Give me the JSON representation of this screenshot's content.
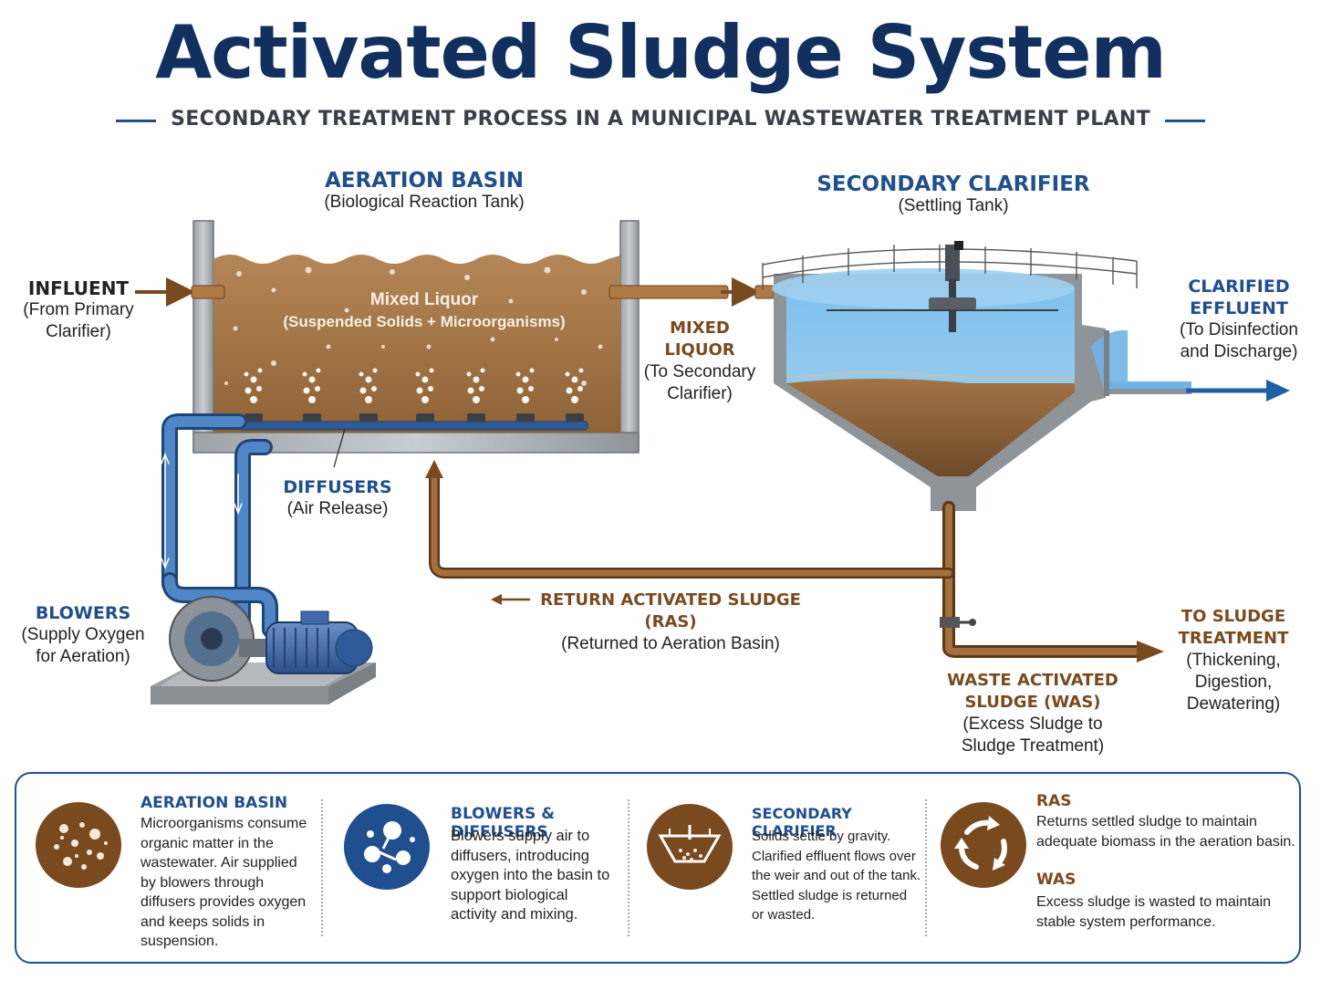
{
  "title": "Activated Sludge System",
  "subtitle": "SECONDARY TREATMENT PROCESS IN A MUNICIPAL WASTEWATER TREATMENT PLANT",
  "colors": {
    "navy": "#12305f",
    "blue": "#1f4f8f",
    "brown": "#7a4a1f",
    "sludge": "#8a5a2e",
    "water": "#5fa7de"
  },
  "labels": {
    "aeration_basin": {
      "title": "AERATION BASIN",
      "sub": "(Biological Reaction Tank)"
    },
    "secondary_clarifier": {
      "title": "SECONDARY CLARIFIER",
      "sub": "(Settling Tank)"
    },
    "influent": {
      "title": "INFLUENT",
      "sub1": "(From Primary",
      "sub2": "Clarifier)"
    },
    "mixed_liquor_inside": {
      "title": "Mixed Liquor",
      "sub": "(Suspended Solids + Microorganisms)"
    },
    "mixed_liquor_out": {
      "title": "MIXED LIQUOR",
      "sub1": "(To Secondary",
      "sub2": "Clarifier)"
    },
    "clarified_effluent": {
      "title1": "CLARIFIED",
      "title2": "EFFLUENT",
      "sub1": "(To Disinfection",
      "sub2": "and Discharge)"
    },
    "diffusers": {
      "title": "DIFFUSERS",
      "sub": "(Air Release)"
    },
    "blowers": {
      "title": "BLOWERS",
      "sub1": "(Supply Oxygen",
      "sub2": "for Aeration)"
    },
    "ras": {
      "title": "RETURN ACTIVATED SLUDGE (RAS)",
      "sub": "(Returned to Aeration Basin)"
    },
    "was": {
      "title": "WASTE ACTIVATED SLUDGE (WAS)",
      "sub1": "(Excess Sludge to",
      "sub2": "Sludge Treatment)"
    },
    "sludge_treatment": {
      "title1": "TO SLUDGE",
      "title2": "TREATMENT",
      "sub1": "(Thickening,",
      "sub2": "Digestion,",
      "sub3": "Dewatering)"
    }
  },
  "legend": [
    {
      "icon": "sludge-particles-icon",
      "title": "AERATION BASIN",
      "lines": [
        "Microorganisms consume",
        "organic matter in the",
        "wastewater. Air supplied",
        "by blowers through",
        "diffusers provides oxygen",
        "and keeps solids in",
        "suspension."
      ]
    },
    {
      "icon": "air-bubbles-icon",
      "title": "BLOWERS & DIFFUSERS",
      "lines": [
        "Blowers supply air to",
        "diffusers, introducing",
        "oxygen into the basin to",
        "support biological",
        "activity and mixing."
      ]
    },
    {
      "icon": "settling-tank-icon",
      "title": "SECONDARY CLARIFIER",
      "lines": [
        "Solids settle by gravity.",
        "Clarified effluent flows over",
        "the weir and out of the tank.",
        "Settled sludge is returned",
        "or wasted."
      ]
    },
    {
      "icon": "recycle-arrows-icon",
      "title": "RAS",
      "lines": [
        "Returns settled sludge to maintain",
        "adequate biomass in the aeration basin."
      ],
      "title2": "WAS",
      "lines2": [
        "Excess sludge is wasted to maintain",
        "stable system performance."
      ]
    }
  ]
}
